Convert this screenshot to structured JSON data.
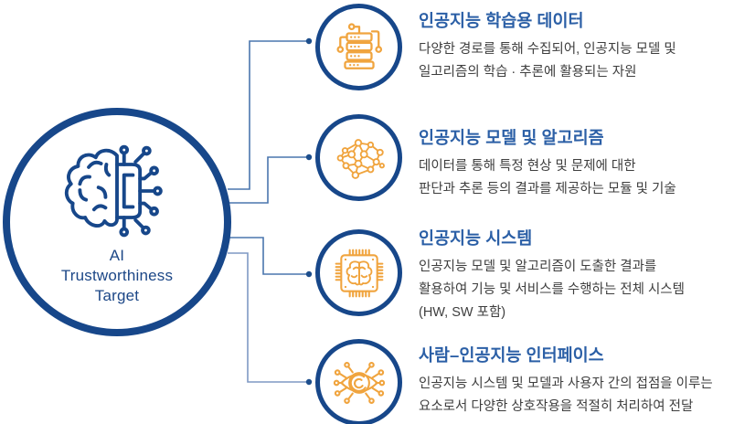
{
  "hub": {
    "icon": "brain-circuit-icon",
    "label_lines": [
      "AI",
      "Trustworthiness",
      "Target"
    ]
  },
  "items": [
    {
      "icon": "server-data-icon",
      "title": "인공지능 학습용 데이터",
      "body_lines": [
        "다양한 경로를 통해 수집되어, 인공지능 모델 및",
        "일고리즘의 학습 · 추론에 활용되는 자원"
      ]
    },
    {
      "icon": "neural-network-icon",
      "title": "인공지능 모델 및 알고리즘",
      "body_lines": [
        "데이터를 통해 특정 현상 및 문제에 대한",
        "판단과 추론 등의 결과를 제공하는 모듈 및 기술"
      ]
    },
    {
      "icon": "ai-chip-icon",
      "title": "인공지능 시스템",
      "body_lines": [
        "인공지능 모델 및 알고리즘이 도출한 결과를",
        "활용하여 기능 및 서비스를 수행하는 전체 시스템",
        "(HW, SW 포함)"
      ]
    },
    {
      "icon": "human-ai-interface-icon",
      "title": "사람–인공지능 인터페이스",
      "body_lines": [
        "인공지능 시스템 및 모델과 사용자 간의 접점을 이루는",
        "요소로서 다양한 상호작용을 적절히 처리하여 전달"
      ]
    }
  ],
  "colors": {
    "navy": "#17478a",
    "title_blue": "#2b5fa6",
    "body_text": "#3e3e3e",
    "accent_orange": "#f0a43e",
    "connector_blue": "#4a76ae",
    "background": "#ffffff"
  }
}
